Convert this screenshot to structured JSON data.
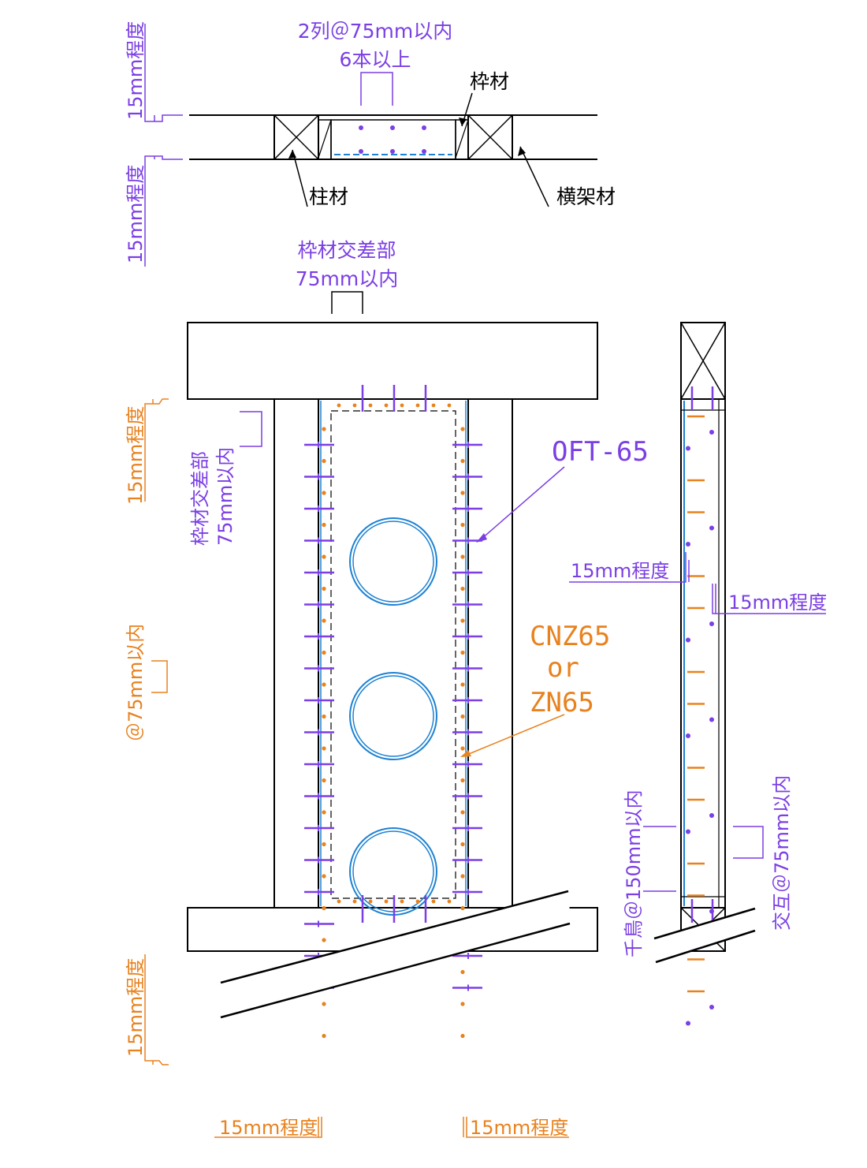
{
  "colors": {
    "line": "#000000",
    "purple": "#7b3fe4",
    "orange": "#e8821e",
    "blue": "#1e82d2"
  },
  "top_section": {
    "rows_label": "2列＠75mm以内",
    "count_label": "6本以上",
    "frame_label": "枠材",
    "column_label": "柱材",
    "cross_label": "横架材",
    "top_margin_label": "15mm程度",
    "bottom_margin_label": "15mm程度"
  },
  "elevation": {
    "intersection_label_1": "枠材交差部",
    "intersection_label_2": "75mm以内",
    "left_top_margin_label": "15mm程度",
    "left_side_intersection_1": "枠材交差部",
    "left_side_intersection_2": "75mm以内",
    "pitch_label": "＠75mm以内",
    "left_bottom_margin_label": "15mm程度",
    "bottom_left_label": "15mm程度",
    "bottom_right_label": "15mm程度",
    "fastener_1": "OFT-65",
    "fastener_2_line1": "CNZ65",
    "fastener_2_line2": "or",
    "fastener_2_line3": "ZN65"
  },
  "side_section": {
    "inner_margin_label": "15mm程度",
    "outer_margin_label": "15mm程度",
    "staggered_label": "千鳥＠150mm以内",
    "alternate_label": "交互＠75mm以内"
  }
}
